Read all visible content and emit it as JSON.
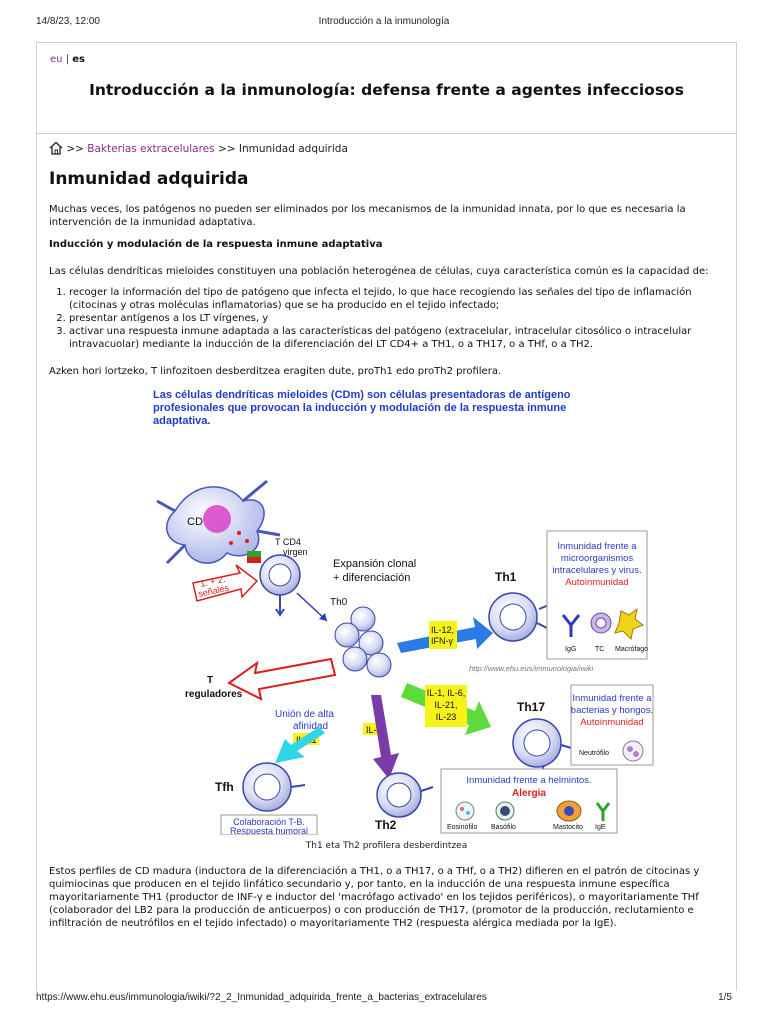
{
  "print_header": {
    "date": "14/8/23, 12:00",
    "title": "Introducción a la inmunología"
  },
  "lang": {
    "eu": "eu",
    "separator": "|",
    "es": "es"
  },
  "site_title": "Introducción a la inmunología: defensa frente a agentes infecciosos",
  "breadcrumb": {
    "sep1": ">>",
    "link": "Bakterias extracelulares",
    "sep2": ">>",
    "current": "Inmunidad adquirida"
  },
  "page_title": "Inmunidad adquirida",
  "intro": "Muchas veces, los patógenos no pueden ser eliminados por los mecanismos de la inmunidad innata, por lo que es necesaria la intervención de la inmunidad adaptativa.",
  "section_heading": "Inducción y modulación de la respuesta inmune adaptativa",
  "paragraph2": "Las células dendríticas mieloides constituyen una población heterogénea de células, cuya característica común es la capacidad de:",
  "steps": [
    "recoger la información del tipo de patógeno que infecta el tejido, lo que hace recogiendo las señales del tipo de inflamación (citocinas y otras moléculas inflamatorias) que se ha producido en el tejido infectado;",
    "presentar antígenos a los LT vírgenes, y",
    "activar una respuesta inmune adaptada a las características del patógeno (extracelular, intracelular citosólico o intracelular intravacuolar) mediante la inducción de la diferenciación del LT CD4+ a TH1, o a TH17, o a THf, o a TH2."
  ],
  "paragraph3": "Azken hori lortzeko, T linfozitoen desberditzea eragiten dute, proTh1 edo proTh2 profilera.",
  "figure": {
    "heading": "Las células dendríticas mieloides (CDm) son células presentadoras de antígeno profesionales que provocan la inducción y modulación de la respuesta inmune adaptativa.",
    "cd": "CD",
    "tcd4": "T CD4",
    "virgen": "virgen",
    "senales_1": "1. + 2.",
    "senales_2": "señales",
    "expansion_1": "Expansión clonal",
    "expansion_2": "+ diferenciación",
    "th0": "Th0",
    "th1": "Th1",
    "th17": "Th17",
    "tfh": "Tfh",
    "th2": "Th2",
    "il12_1": "IL-12,",
    "il12_2": "IFN-γ",
    "il1_1": "IL-1, IL-6,",
    "il1_2": "IL-21,",
    "il1_3": "IL-23",
    "il4": "IL-4",
    "il21": "IL-21",
    "union_1": "Unión de alta",
    "union_2": "afinidad",
    "treg_1": "T",
    "treg_2": "reguladores",
    "url": "http://www.ehu.eus/immunologia/iwiki",
    "th1_box_1": "Inmunidad frente a",
    "th1_box_2": "microorganismos",
    "th1_box_3": "intracelulares y virus.",
    "th1_box_auto": "Autoinmunidad",
    "igg": "IgG",
    "tc": "TC",
    "macrofago": "Macrófago",
    "th17_box_1": "Inmunidad frente a",
    "th17_box_2": "bacterias y hongos.",
    "th17_box_auto": "Autoinmunidad",
    "neutrofilo": "Neutrófilo",
    "th2_box_1": "Inmunidad frente a helmintos.",
    "alergia": "Alergia",
    "eosinofilo": "Eosinófilo",
    "basofilo": "Basófilo",
    "mastocito": "Mastocito",
    "ige": "IgE",
    "colab_1": "Colaboración T-B.",
    "colab_2": "Respuesta humoral"
  },
  "caption": "Th1 eta Th2 profilera desberdintzea",
  "paragraph4": "Estos perfiles de CD madura (inductora de la diferenciación a TH1, o a TH17, o a THf, o a TH2) difieren en el patrón de citocinas y quimiocinas que producen en el tejido linfático secundario y, por tanto, en la inducción de una respuesta inmune específica mayoritariamente TH1 (productor de INF-γ e inductor del 'macrófago activado' en los tejidos periféricos), o mayoritariamente THf (colaborador del LB2 para la producción de anticuerpos) o con producción de TH17, (promotor de la producción, reclutamiento e infiltración de neutrófilos en el tejido infectado) o mayoritariamente TH2 (respuesta alérgica mediada por la IgE).",
  "print_footer": {
    "url": "https://www.ehu.eus/immunologia/iwiki/?2_2_Inmunidad_adquirida_frente_a_bacterias_extracelulares",
    "page": "1/5"
  }
}
